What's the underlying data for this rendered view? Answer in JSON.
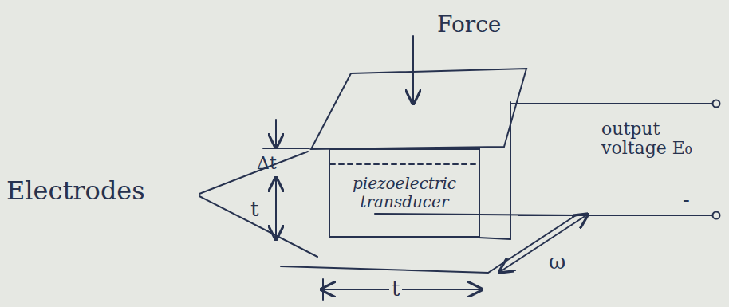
{
  "diagram": {
    "nodes": [
      {
        "text": [
          "piezoelectric transducer"
        ]
      }
    ],
    "labels": [
      "Force",
      "Electrodes",
      "Δt",
      "t",
      "t",
      "ω",
      "output voltage E₀",
      "-"
    ]
  }
}
